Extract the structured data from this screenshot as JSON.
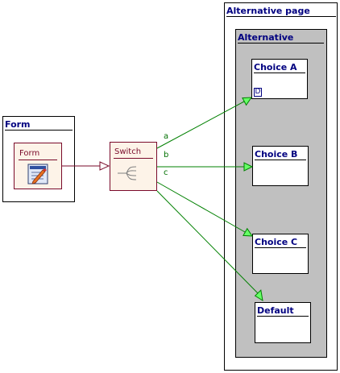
{
  "colors": {
    "title_text": "#000080",
    "node_border": "#7a0a2a",
    "node_fill": "#fdf3e8",
    "flow_line": "#7a0a2a",
    "branch_line": "#008000",
    "branch_arrow_fill": "#66ff66",
    "alternative_fill": "#c0c0c0"
  },
  "form_container": {
    "title": "Form"
  },
  "form_node": {
    "label": "Form",
    "icon": "form-edit-icon"
  },
  "switch_node": {
    "label": "Switch",
    "icon": "switch-branch-icon"
  },
  "branches": [
    {
      "label": "a",
      "target": "Choice A"
    },
    {
      "label": "b",
      "target": "Choice B"
    },
    {
      "label": "c",
      "target": "Choice C"
    },
    {
      "label": "",
      "target": "Default"
    }
  ],
  "alternative_page": {
    "title": "Alternative page"
  },
  "alternative": {
    "title": "Alternative"
  },
  "choices": [
    {
      "title": "Choice A",
      "badge": "D"
    },
    {
      "title": "Choice B"
    },
    {
      "title": "Choice C"
    },
    {
      "title": "Default"
    }
  ]
}
